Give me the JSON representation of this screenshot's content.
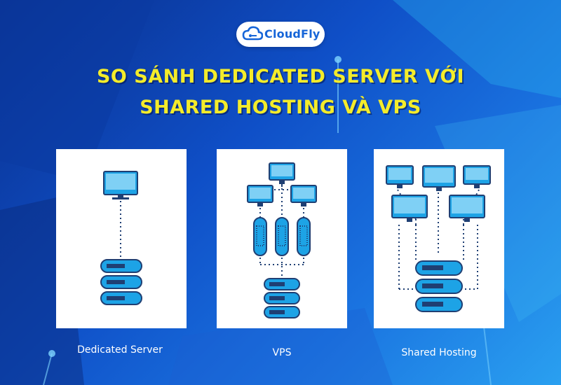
{
  "brand": {
    "name": "CloudFly"
  },
  "title": {
    "line1": "SO SÁNH DEDICATED SERVER VỚI",
    "line2": "SHARED HOSTING VÀ VPS"
  },
  "panels": [
    {
      "caption": "Dedicated Server"
    },
    {
      "caption": "VPS"
    },
    {
      "caption": "Shared Hosting"
    }
  ],
  "colors": {
    "accent": "#f4ec2a",
    "brand": "#1665d8",
    "device": "#1da3e6",
    "outline": "#1f3f73"
  },
  "icons": [
    "cloud-icon",
    "monitor-icon",
    "server-stack-icon",
    "vps-node-icon"
  ]
}
